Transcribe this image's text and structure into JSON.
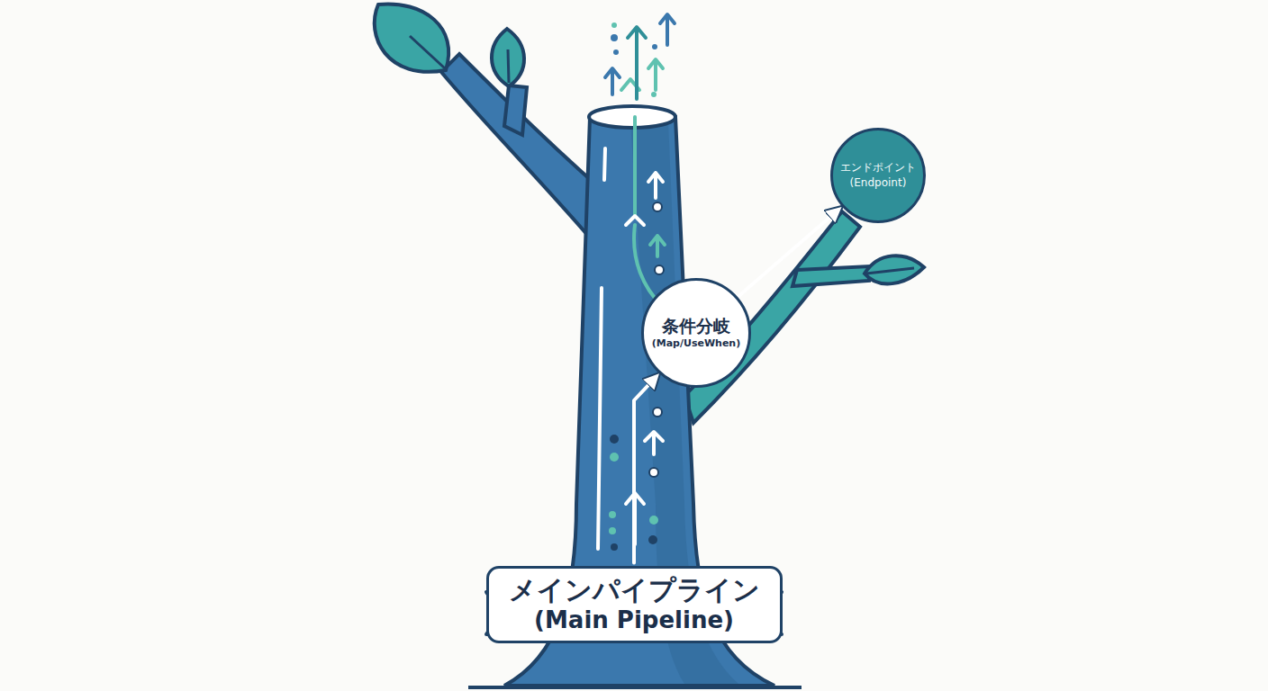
{
  "diagram": {
    "nodes": [
      {
        "text": [
          "メインパイプライン",
          "(Main Pipeline)"
        ]
      },
      {
        "text": [
          "条件分岐",
          "(Map/UseWhen)"
        ]
      },
      {
        "text": [
          "エンドポイント",
          "(Endpoint)"
        ]
      }
    ],
    "edges": [
      {
        "from": 0,
        "to": 1,
        "arrow": "to"
      },
      {
        "from": 1,
        "to": 2,
        "arrow": "to"
      }
    ]
  }
}
